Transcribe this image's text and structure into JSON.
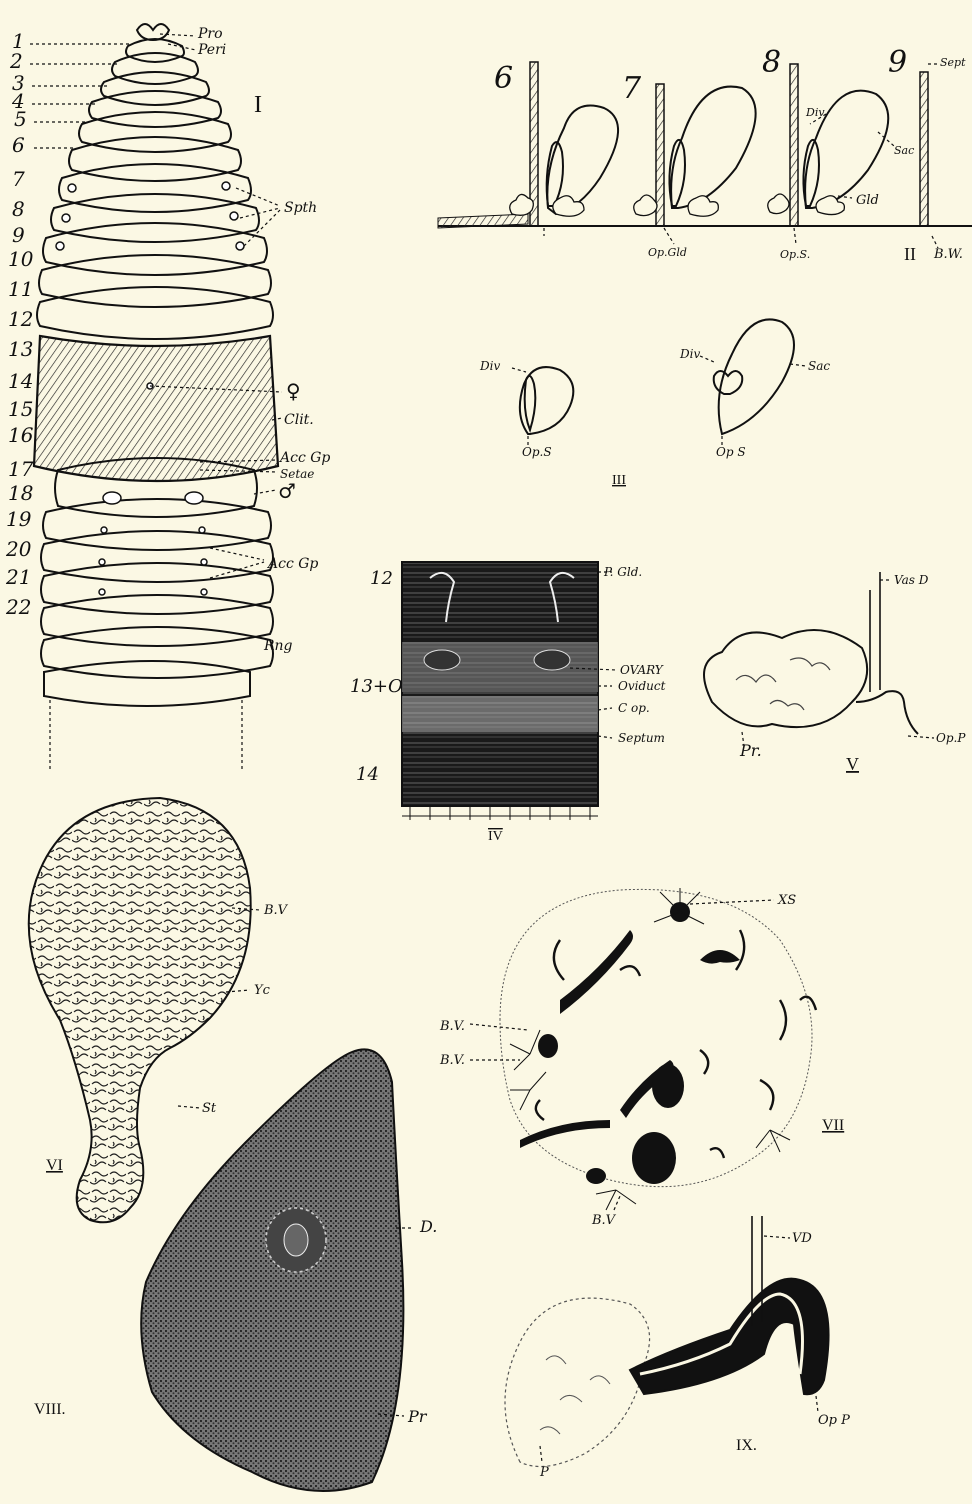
{
  "figures": {
    "fig1": {
      "numeral": "I",
      "segment_numbers": [
        "1",
        "2",
        "3",
        "4",
        "5",
        "6",
        "7",
        "8",
        "9",
        "10",
        "11",
        "12",
        "13",
        "14",
        "15",
        "16",
        "17",
        "18",
        "19",
        "20",
        "21",
        "22"
      ],
      "labels": {
        "pro": "Pro",
        "peri": "Peri",
        "spth": "Spth",
        "female": "♀",
        "clit": "Clit.",
        "acc_gp_1": "Acc Gp",
        "setae": "Setae",
        "male": "♂",
        "acc_gp_2": "Acc Gp",
        "rng": "Rng"
      }
    },
    "fig2": {
      "numeral": "II",
      "segment_numbers": [
        "6",
        "7",
        "8",
        "9"
      ],
      "labels": {
        "div": "Div",
        "sac": "Sac",
        "gld": "Gld",
        "sept": "Sept",
        "op_gld": "Op.Gld",
        "op_s": "Op.S.",
        "bw": "B.W."
      }
    },
    "fig3": {
      "numeral": "III",
      "labels": {
        "div_a": "Div",
        "op_s_a": "Op.S",
        "div_b": "Div",
        "sac": "Sac",
        "op_s_b": "Op S"
      }
    },
    "fig4": {
      "numeral": "IV",
      "segment_numbers": [
        "12",
        "13+O",
        "14"
      ],
      "labels": {
        "p_gld": "P. Gld.",
        "ovary": "OVARY",
        "oviduct": "Oviduct",
        "c_op": "C op.",
        "septum": "Septum"
      }
    },
    "fig5": {
      "numeral": "V",
      "labels": {
        "vas_d": "Vas D",
        "pr": "Pr.",
        "op_p": "Op.P"
      }
    },
    "fig6": {
      "numeral": "VI",
      "labels": {
        "bv": "B.V",
        "yc": "Yc",
        "st": "St"
      }
    },
    "fig7": {
      "numeral": "VII",
      "labels": {
        "xs": "XS",
        "bv_1": "B.V.",
        "bv_2": "B.V.",
        "bv_3": "B.V"
      }
    },
    "fig8": {
      "numeral": "VIII.",
      "labels": {
        "d": "D.",
        "pr": "Pr"
      }
    },
    "fig9": {
      "numeral": "IX.",
      "labels": {
        "vd": "VD",
        "op_p": "Op P",
        "p": "P"
      }
    }
  },
  "colors": {
    "paper": "#fbf8e4",
    "ink": "#111111",
    "worm": "#f3eed3"
  }
}
